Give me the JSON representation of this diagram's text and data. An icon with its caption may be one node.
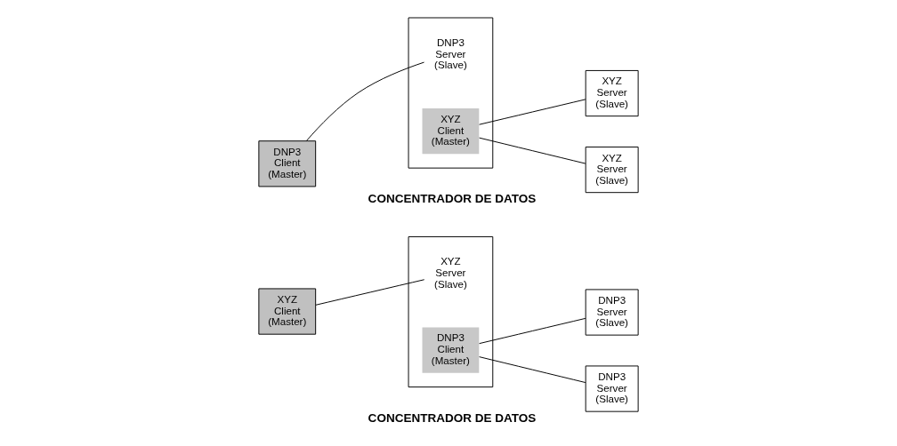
{
  "diagram": {
    "nodes": [
      {
        "text": [
          "DNP3 Client (Master)"
        ]
      },
      {
        "text": [],
        "shape": "box"
      },
      {
        "text": [
          "DNP3 Server (Slave)"
        ],
        "in": 1
      },
      {
        "text": [
          "XYZ Client (Master)"
        ],
        "in": 1
      },
      {
        "text": [
          "XYZ Server (Slave)"
        ]
      },
      {
        "text": [
          "XYZ Server (Slave)"
        ]
      },
      {
        "text": [
          "XYZ Client (Master)"
        ]
      },
      {
        "text": [],
        "shape": "box"
      },
      {
        "text": [
          "XYZ Server (Slave)"
        ],
        "in": 7
      },
      {
        "text": [
          "DNP3 Client (Master)"
        ],
        "in": 7
      },
      {
        "text": [
          "DNP3 Server (Slave)"
        ]
      },
      {
        "text": [
          "DNP3 Server (Slave)"
        ]
      }
    ],
    "edges": [
      {
        "from": 0,
        "to": 2,
        "arrow": "none"
      },
      {
        "from": 3,
        "to": 4,
        "arrow": "none"
      },
      {
        "from": 3,
        "to": 5,
        "arrow": "none"
      },
      {
        "from": 6,
        "to": 8,
        "arrow": "none"
      },
      {
        "from": 9,
        "to": 10,
        "arrow": "none"
      },
      {
        "from": 9,
        "to": 11,
        "arrow": "none"
      }
    ],
    "labels": [
      "CONCENTRADOR DE DATOS",
      "CONCENTRADOR DE DATOS"
    ]
  }
}
